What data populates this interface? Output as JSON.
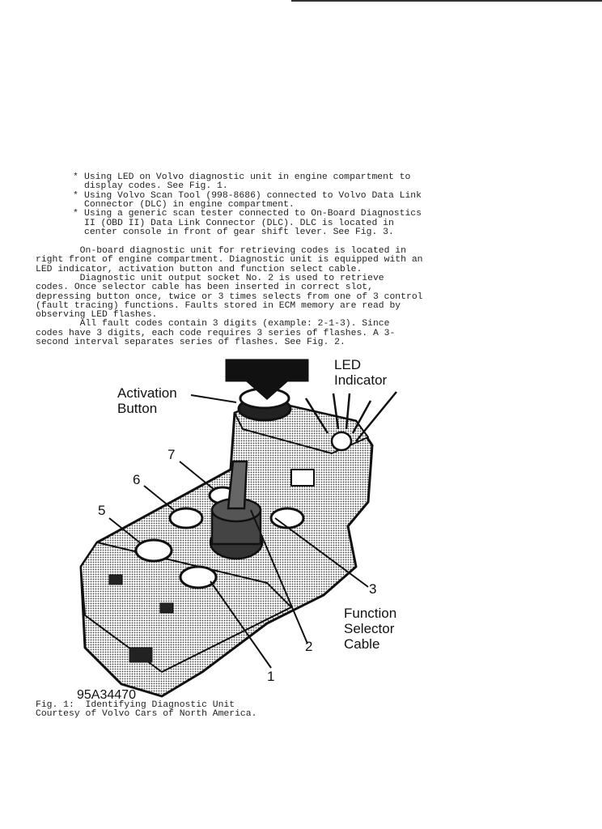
{
  "bullets": [
    {
      "marker": "*",
      "lines": [
        "Using LED on Volvo diagnostic unit in engine compartment to",
        "display codes. See Fig. 1."
      ]
    },
    {
      "marker": "*",
      "lines": [
        "Using Volvo Scan Tool (998-8686) connected to Volvo Data Link",
        "Connector (DLC) in engine compartment."
      ]
    },
    {
      "marker": "*",
      "lines": [
        "Using a generic scan tester connected to On-Board Diagnostics",
        "II (OBD II) Data Link Connector (DLC). DLC is located in",
        "center console in front of gear shift lever. See Fig. 3."
      ]
    }
  ],
  "paragraphs": [
    [
      "        On-board diagnostic unit for retrieving codes is located in",
      "right front of engine compartment. Diagnostic unit is equipped with an",
      "LED indicator, activation button and function select cable."
    ],
    [
      "        Diagnostic unit output socket No. 2 is used to retrieve",
      "codes. Once selector cable has been inserted in correct slot,",
      "depressing button once, twice or 3 times selects from one of 3 control",
      "(fault tracing) functions. Faults stored in ECM memory are read by",
      "observing LED flashes."
    ],
    [
      "        All fault codes contain 3 digits (example: 2-1-3). Since",
      "codes have 3 digits, each code requires 3 series of flashes. A 3-",
      "second interval separates series of flashes. See Fig. 2."
    ]
  ],
  "figure": {
    "labels": {
      "activation_button": "Activation\nButton",
      "led_indicator": "LED\nIndicator",
      "function_selector_cable": "Function\nSelector\nCable"
    },
    "numbers": [
      "1",
      "2",
      "3",
      "5",
      "6",
      "7"
    ],
    "figure_id": "95A34470",
    "caption": "Fig. 1:  Identifying Diagnostic Unit",
    "credit": "Courtesy of Volvo Cars of North America."
  }
}
